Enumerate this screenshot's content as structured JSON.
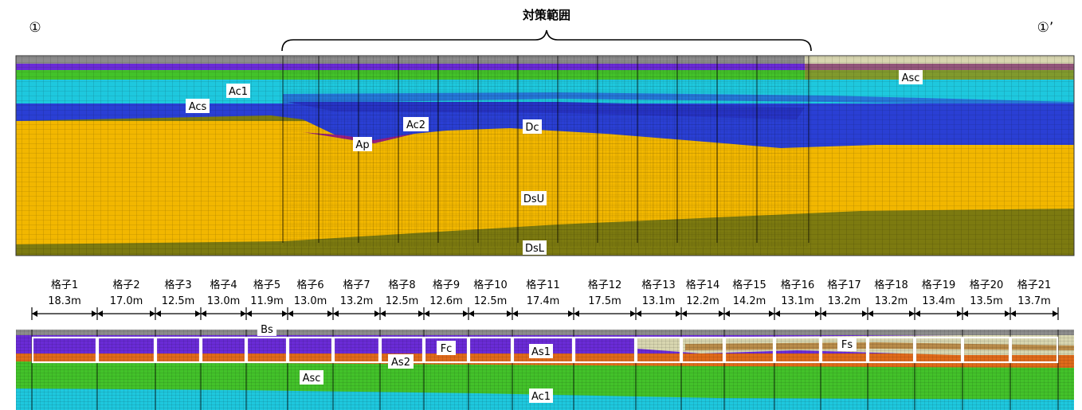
{
  "section": {
    "start_marker": "①",
    "end_marker": "①’",
    "range_title": "対策範囲"
  },
  "upper_section": {
    "labels": [
      "Ac1",
      "Acs",
      "Ac2",
      "Ap",
      "Dc",
      "Asc",
      "DsU",
      "DsL"
    ]
  },
  "grid_cells": {
    "names": [
      "格子1",
      "格子2",
      "格子3",
      "格子4",
      "格子5",
      "格子6",
      "格子7",
      "格子8",
      "格子9",
      "格子10",
      "格子11",
      "格子12",
      "格子13",
      "格子14",
      "格子15",
      "格子16",
      "格子17",
      "格子18",
      "格子19",
      "格子20",
      "格子21"
    ],
    "lengths": [
      "18.3m",
      "17.0m",
      "12.5m",
      "13.0m",
      "11.9m",
      "13.0m",
      "13.2m",
      "12.5m",
      "12.6m",
      "12.5m",
      "17.4m",
      "17.5m",
      "13.1m",
      "12.2m",
      "14.2m",
      "13.1m",
      "13.2m",
      "13.2m",
      "13.4m",
      "13.5m",
      "13.7m"
    ]
  },
  "lower_section": {
    "labels": [
      "Bs",
      "Fc",
      "As1",
      "As2",
      "Fs",
      "Asc",
      "Ac1"
    ]
  },
  "colors": {
    "Bs": "#8c8c8c",
    "As1": "#6a2bd6",
    "Fs": "#d8d6b0",
    "Fc": "#b27830",
    "As2": "#e06a1a",
    "Asc": "#43c22a",
    "Ac1": "#1ec8de",
    "Acs": "#2a3fd4",
    "Ac2": "#2633c4",
    "Ap": "#9a1f80",
    "Dc": "#3a2fb8",
    "DsU": "#f2b700",
    "DsL": "#7c7a10"
  }
}
